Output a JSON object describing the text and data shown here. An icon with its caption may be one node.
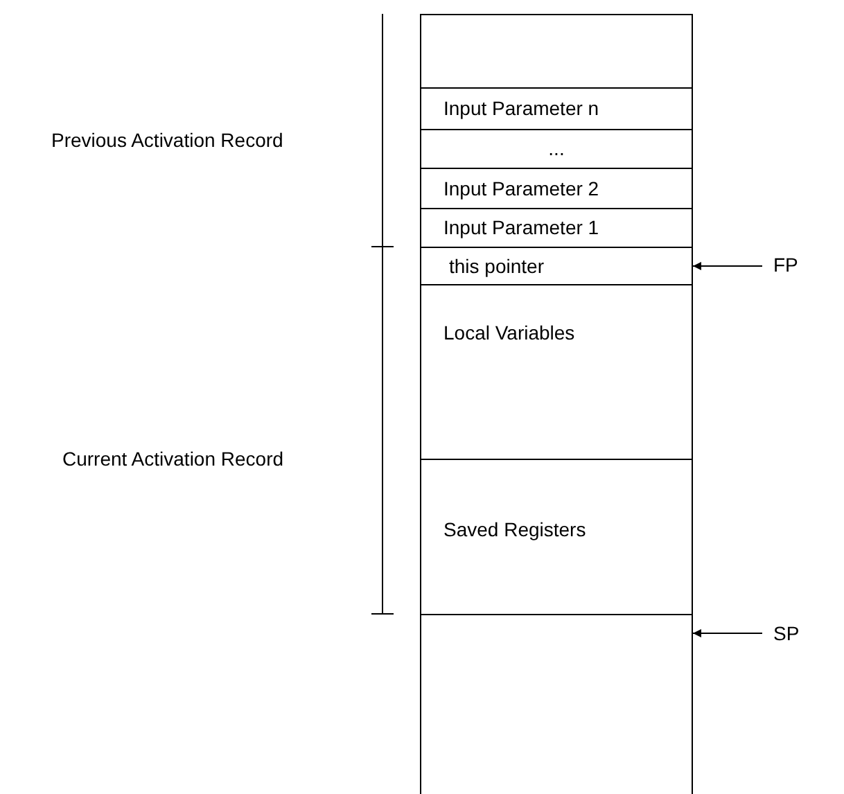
{
  "diagram": {
    "nodes": [
      {
        "text": [],
        "shape": "box"
      },
      {
        "text": [
          "Input Parameter n"
        ]
      },
      {
        "text": [
          "..."
        ]
      },
      {
        "text": [
          "Input Parameter 2"
        ]
      },
      {
        "text": [
          "Input Parameter 1"
        ]
      },
      {
        "text": [
          "this pointer"
        ]
      },
      {
        "text": [
          "Local Variables"
        ]
      },
      {
        "text": [
          "Saved Registers"
        ]
      },
      {
        "text": [],
        "shape": "box"
      },
      {
        "text": [
          "FP"
        ]
      },
      {
        "text": [
          "SP"
        ]
      }
    ],
    "edges": [
      {
        "from": 9,
        "to": 5,
        "arrow": "to"
      },
      {
        "from": 10,
        "to": 8,
        "arrow": "to"
      }
    ],
    "labels": [
      "Previous Activation Record",
      "Current Activation Record"
    ]
  }
}
